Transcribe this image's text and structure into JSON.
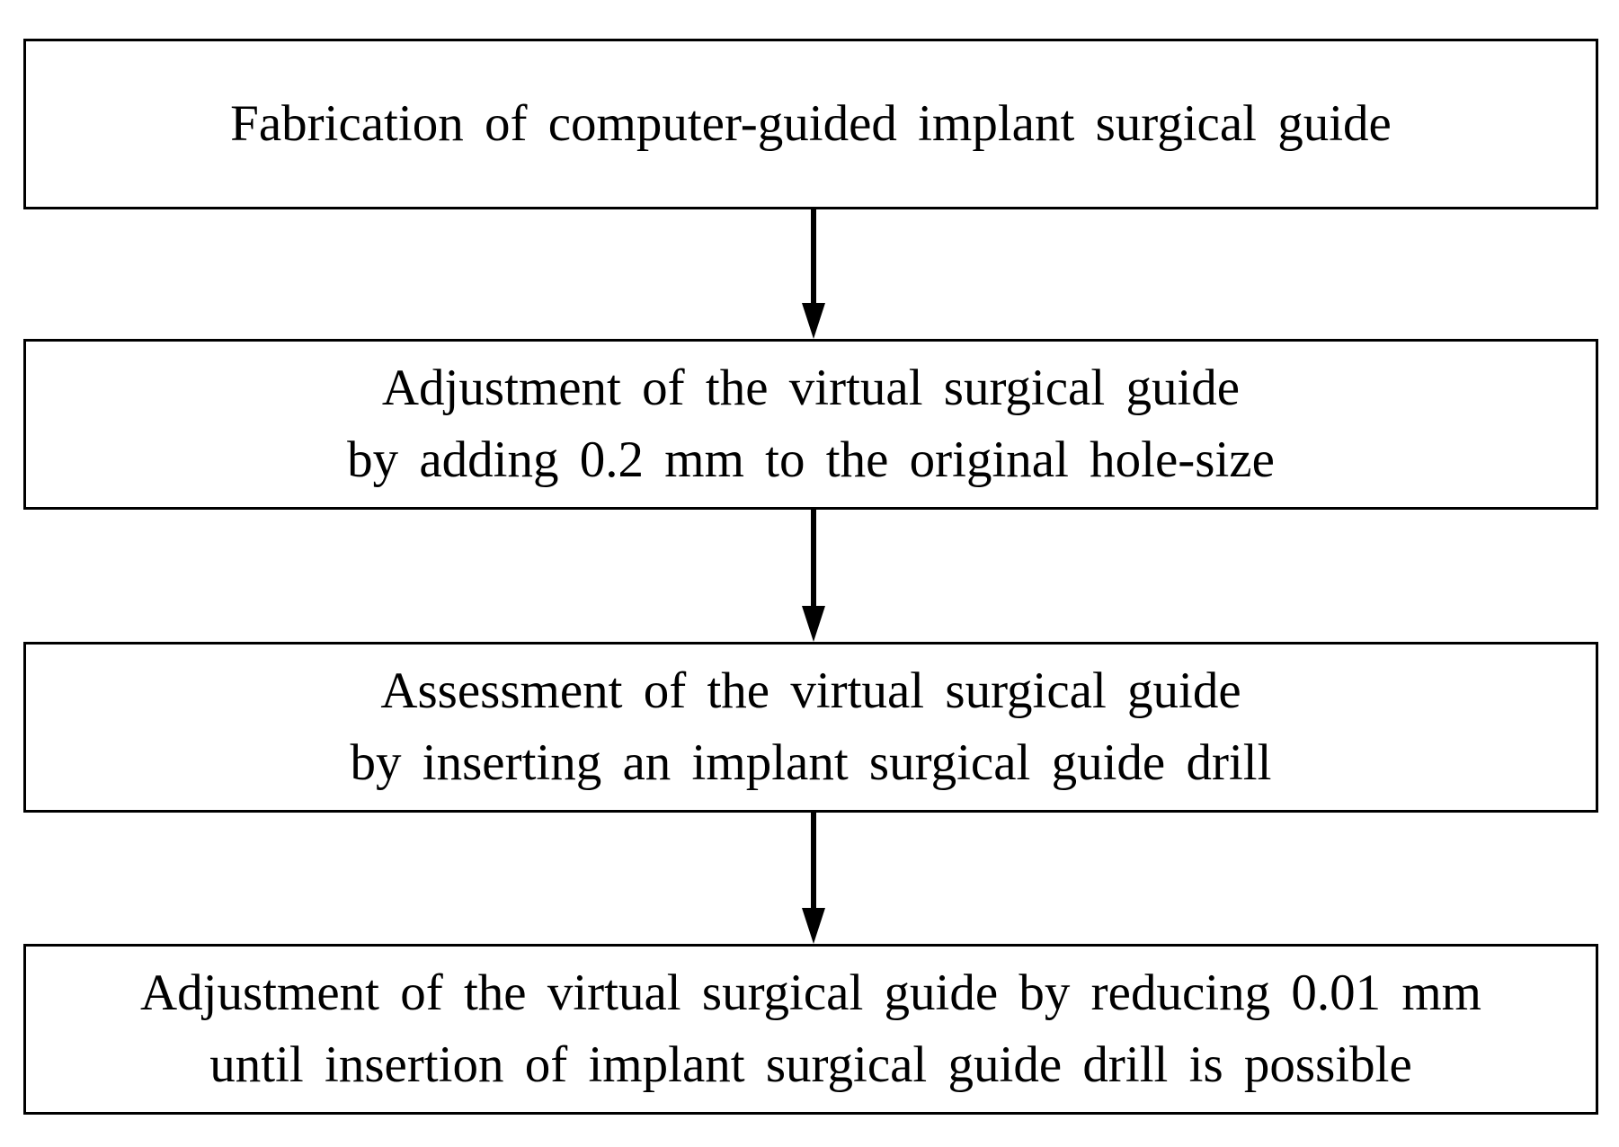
{
  "steps": [
    {
      "lines": [
        "Fabrication of computer-guided implant surgical guide"
      ]
    },
    {
      "lines": [
        "Adjustment of the virtual surgical guide",
        "by adding 0.2 mm to the original hole-size"
      ]
    },
    {
      "lines": [
        "Assessment of the virtual surgical guide",
        "by inserting an implant surgical guide drill"
      ]
    },
    {
      "lines": [
        "Adjustment of the virtual surgical guide by reducing 0.01 mm",
        "until insertion of implant surgical guide drill is possible"
      ]
    }
  ],
  "colors": {
    "stroke": "#000000",
    "background": "#ffffff",
    "text": "#000000"
  },
  "icons": {
    "connector": "arrow-down-icon"
  }
}
